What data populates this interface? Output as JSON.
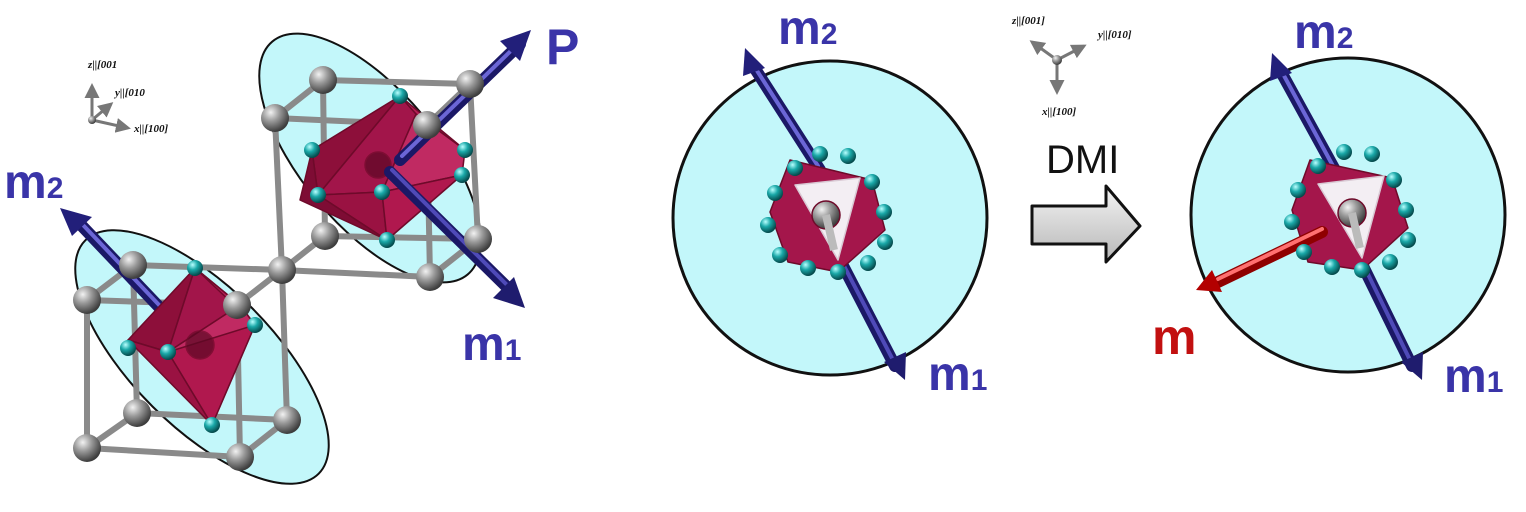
{
  "panel_left": {
    "axes": {
      "z_label": "z||[001",
      "y_label": "y||[010",
      "x_label": "x||[100]"
    },
    "labels": {
      "p": "P",
      "m2_base": "m",
      "m2_sub": "2",
      "m1_base": "m",
      "m1_sub": "1"
    }
  },
  "panel_middle": {
    "labels": {
      "m2_base": "m",
      "m2_sub": "2",
      "m1_base": "m",
      "m1_sub": "1"
    }
  },
  "transition": {
    "axes": {
      "z_label": "z||[001]",
      "y_label": "y||[010]",
      "x_label": "x||[100]"
    },
    "arrow_label": "DMI"
  },
  "panel_right": {
    "labels": {
      "m2_base": "m",
      "m2_sub": "2",
      "m1_base": "m",
      "m1_sub": "1",
      "m": "m"
    }
  },
  "colors": {
    "moment_arrow": "#2e2b8f",
    "net_moment": "#cc1111",
    "label_blue": "#3a34a8",
    "label_red": "#c21010",
    "ellipsoid_fill": "#c3f7fa",
    "octahedron": "#b0154a",
    "metal_atom": "#8a8a8a",
    "ligand_atom": "#1a9ea0"
  }
}
